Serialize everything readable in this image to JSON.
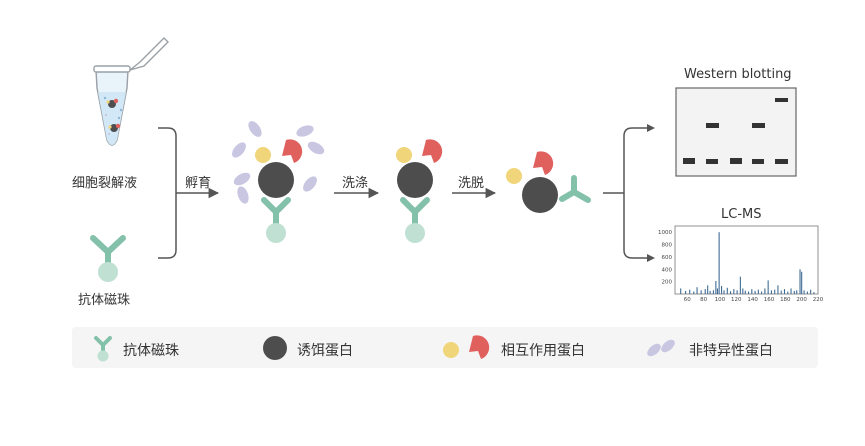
{
  "inputs": {
    "lysate_label": "细胞裂解液",
    "beads_label": "抗体磁珠"
  },
  "steps": {
    "incubate": "孵育",
    "wash": "洗涤",
    "elute": "洗脱"
  },
  "outputs": {
    "western_title": "Western blotting",
    "lcms_title": "LC-MS"
  },
  "lcms_chart": {
    "yticks": [
      "1000",
      "800",
      "600",
      "400",
      "200"
    ],
    "xticks": [
      "60",
      "80",
      "100",
      "120",
      "140",
      "160",
      "180",
      "200",
      "220"
    ],
    "chart_data": {
      "type": "bar",
      "xlim": [
        45,
        220
      ],
      "ylim": [
        0,
        1100
      ],
      "peaks": [
        {
          "x": 52,
          "y": 90
        },
        {
          "x": 58,
          "y": 50
        },
        {
          "x": 63,
          "y": 70
        },
        {
          "x": 68,
          "y": 40
        },
        {
          "x": 72,
          "y": 110
        },
        {
          "x": 77,
          "y": 60
        },
        {
          "x": 82,
          "y": 80
        },
        {
          "x": 85,
          "y": 140
        },
        {
          "x": 88,
          "y": 50
        },
        {
          "x": 92,
          "y": 60
        },
        {
          "x": 95,
          "y": 210
        },
        {
          "x": 97,
          "y": 90
        },
        {
          "x": 99,
          "y": 1000
        },
        {
          "x": 102,
          "y": 130
        },
        {
          "x": 105,
          "y": 60
        },
        {
          "x": 109,
          "y": 100
        },
        {
          "x": 113,
          "y": 45
        },
        {
          "x": 117,
          "y": 80
        },
        {
          "x": 121,
          "y": 60
        },
        {
          "x": 125,
          "y": 280
        },
        {
          "x": 128,
          "y": 90
        },
        {
          "x": 131,
          "y": 55
        },
        {
          "x": 135,
          "y": 40
        },
        {
          "x": 139,
          "y": 80
        },
        {
          "x": 143,
          "y": 50
        },
        {
          "x": 147,
          "y": 70
        },
        {
          "x": 151,
          "y": 40
        },
        {
          "x": 155,
          "y": 90
        },
        {
          "x": 159,
          "y": 220
        },
        {
          "x": 163,
          "y": 60
        },
        {
          "x": 167,
          "y": 70
        },
        {
          "x": 171,
          "y": 140
        },
        {
          "x": 175,
          "y": 55
        },
        {
          "x": 179,
          "y": 80
        },
        {
          "x": 183,
          "y": 40
        },
        {
          "x": 187,
          "y": 90
        },
        {
          "x": 191,
          "y": 50
        },
        {
          "x": 194,
          "y": 60
        },
        {
          "x": 198,
          "y": 400
        },
        {
          "x": 200,
          "y": 360
        },
        {
          "x": 203,
          "y": 60
        },
        {
          "x": 207,
          "y": 40
        },
        {
          "x": 211,
          "y": 70
        },
        {
          "x": 215,
          "y": 30
        }
      ]
    }
  },
  "legend": {
    "items": [
      {
        "label": "抗体磁珠"
      },
      {
        "label": "诱饵蛋白"
      },
      {
        "label": "相互作用蛋白"
      },
      {
        "label": "非特异性蛋白"
      }
    ]
  },
  "colors": {
    "antibody": "#84c1aa",
    "bead": "#bfe0d2",
    "bait": "#4d4d4d",
    "interactor_yellow": "#f1d57a",
    "interactor_red": "#e0605e",
    "nonspecific": "#c9c6e2",
    "band": "#333333",
    "spectrum": "#3f6c95"
  }
}
